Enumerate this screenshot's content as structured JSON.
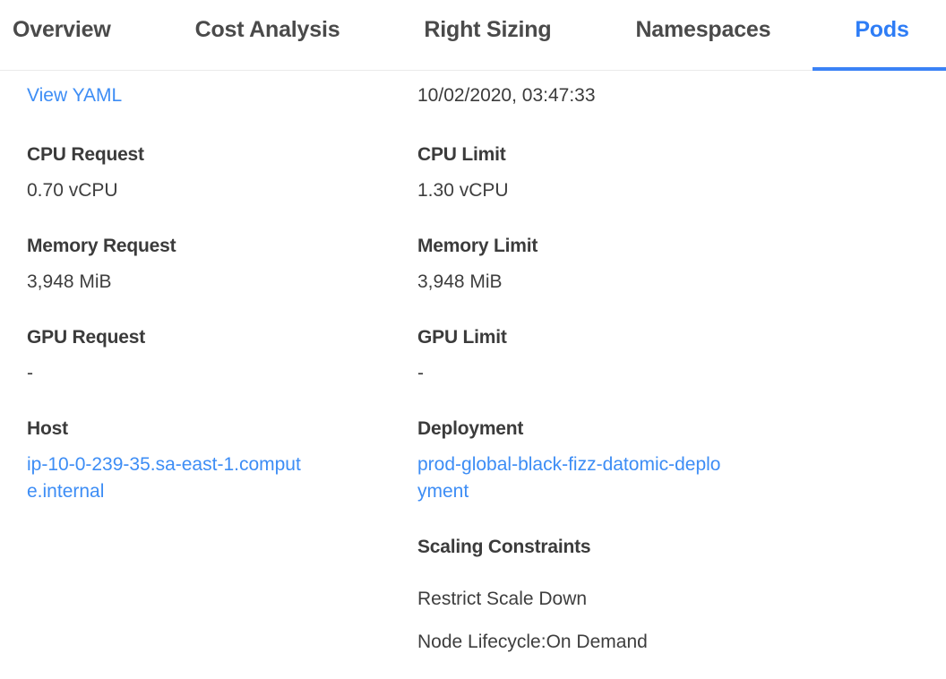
{
  "tabs": [
    {
      "label": "Overview",
      "active": false
    },
    {
      "label": "Cost Analysis",
      "active": false
    },
    {
      "label": "Right Sizing",
      "active": false
    },
    {
      "label": "Namespaces",
      "active": false
    },
    {
      "label": "Pods",
      "active": true
    }
  ],
  "details": {
    "view_yaml_label": "View YAML",
    "timestamp": "10/02/2020, 03:47:33",
    "left_fields": [
      {
        "label": "CPU Request",
        "value": "0.70 vCPU"
      },
      {
        "label": "Memory Request",
        "value": "3,948 MiB"
      },
      {
        "label": "GPU Request",
        "value": "-"
      },
      {
        "label": "Host",
        "value": "ip-10-0-239-35.sa-east-1.compute.internal"
      }
    ],
    "right_fields": [
      {
        "label": "CPU Limit",
        "value": "1.30 vCPU"
      },
      {
        "label": "Memory Limit",
        "value": "3,948 MiB"
      },
      {
        "label": "GPU Limit",
        "value": "-"
      },
      {
        "label": "Deployment",
        "value": "prod-global-black-fizz-datomic-deployment"
      }
    ],
    "scaling_constraints": {
      "label": "Scaling Constraints",
      "items": [
        "Restrict Scale Down",
        "Node Lifecycle:On Demand"
      ]
    }
  },
  "colors": {
    "accent_tab": "#2e7df6",
    "accent_underline": "#3b82f6",
    "link": "#3d8df5",
    "label_text": "#3b3b3b",
    "value_text": "#3e3e3e",
    "tab_text": "#4a4a4a",
    "divider": "#ebebeb"
  }
}
